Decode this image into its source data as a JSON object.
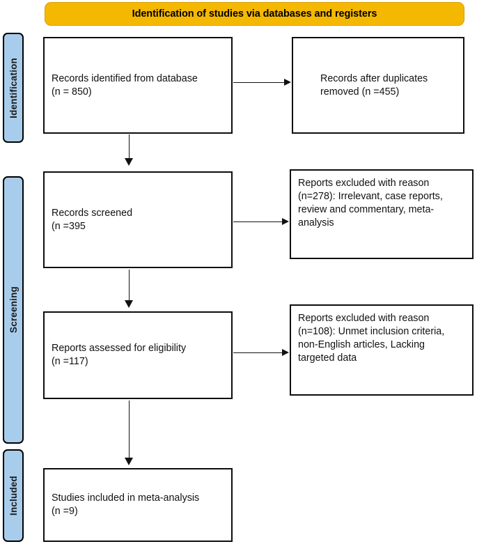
{
  "banner": {
    "label": "Identification of studies via databases and registers",
    "fill_color": "#F5B800",
    "text_color": "#000000"
  },
  "rails": [
    {
      "id": "identification",
      "label": "Identification",
      "fill_color": "#A8CDEC"
    },
    {
      "id": "screening",
      "label": "Screening",
      "fill_color": "#A8CDEC"
    },
    {
      "id": "included",
      "label": "Included",
      "fill_color": "#A8CDEC"
    }
  ],
  "boxes": {
    "identified": {
      "label": "Records identified from database\n(n = 850)",
      "n": 850
    },
    "duplicates": {
      "label": "Records after duplicates\nremoved (n =455)",
      "n": 455
    },
    "screened": {
      "label": "Records screened\n(n =395",
      "n": 395
    },
    "excluded_1": {
      "label": "Reports excluded with reason\n(n=278): Irrelevant, case reports,\nreview and commentary, meta-\nanalysis",
      "n": 278
    },
    "eligibility": {
      "label": "Reports assessed for eligibility\n(n =117)",
      "n": 117
    },
    "excluded_2": {
      "label": "Reports excluded with reason\n(n=108): Unmet inclusion criteria,\nnon-English articles, Lacking\ntargeted data",
      "n": 108
    },
    "included": {
      "label": "Studies included in meta-analysis\n(n =9)",
      "n": 9
    }
  },
  "connectors": [
    {
      "id": "identified-to-duplicates",
      "direction": "right"
    },
    {
      "id": "identified-to-screened",
      "direction": "down"
    },
    {
      "id": "screened-to-excluded-1",
      "direction": "right"
    },
    {
      "id": "screened-to-eligibility",
      "direction": "down"
    },
    {
      "id": "eligibility-to-excluded-2",
      "direction": "right"
    },
    {
      "id": "eligibility-to-included",
      "direction": "down"
    }
  ]
}
